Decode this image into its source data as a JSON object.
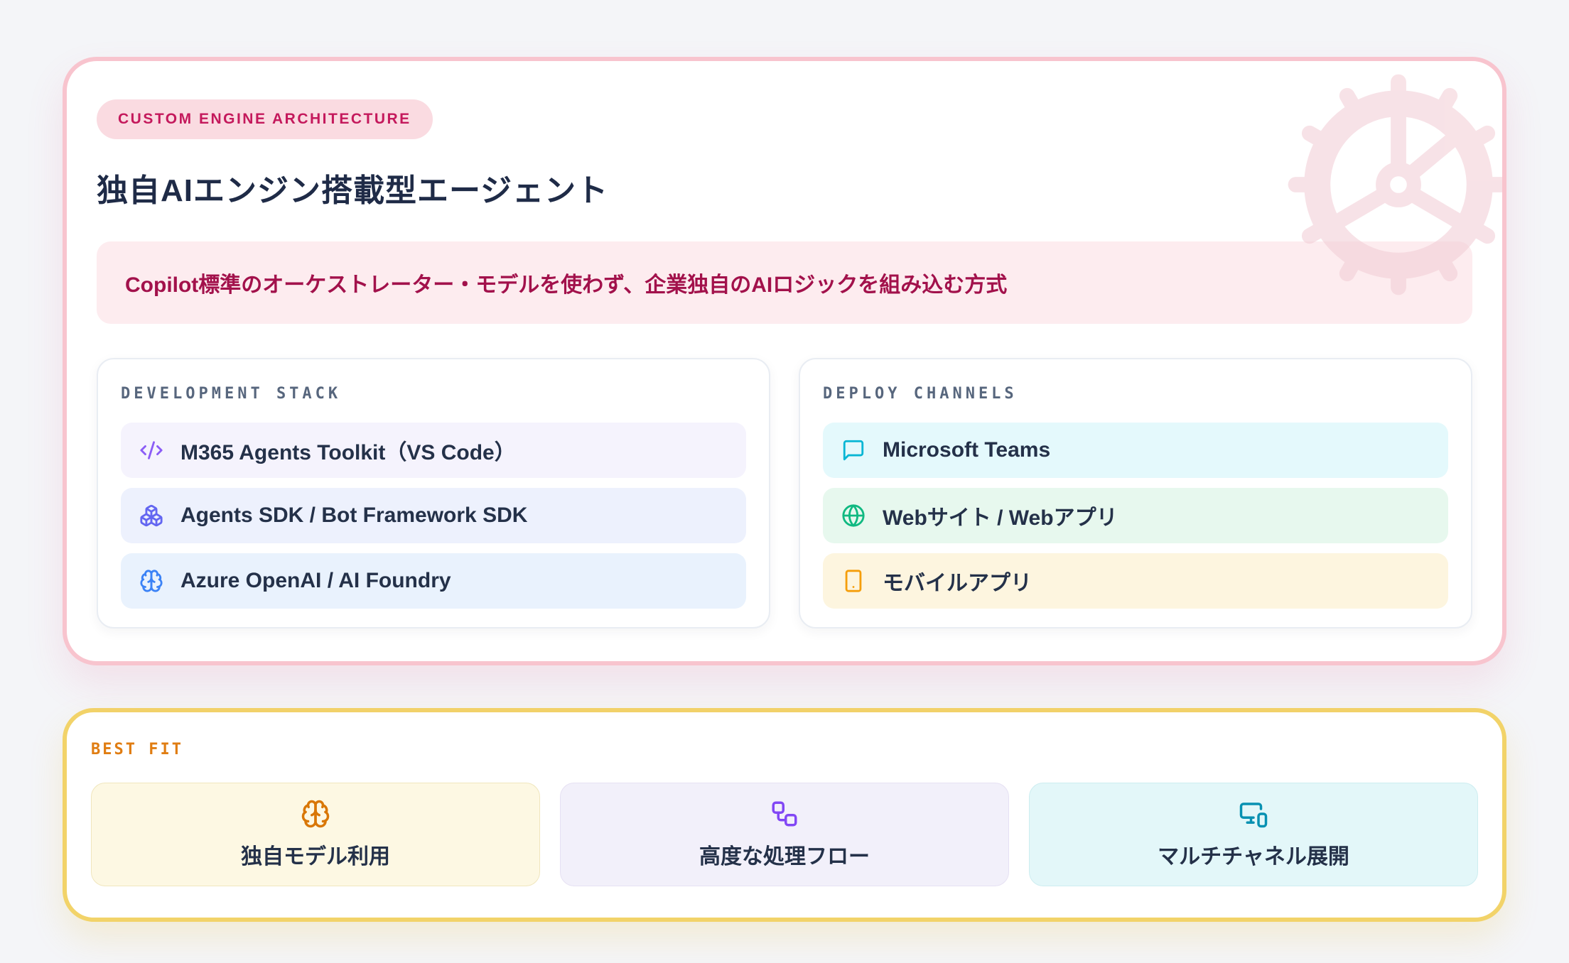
{
  "theme": {
    "page_bg": "#f4f5f8",
    "card_border_pink": "#f8c4ce",
    "card_border_yellow": "#f2d369",
    "badge_bg": "#fadbe1",
    "badge_text": "#c4195c",
    "title_text": "#1f2b47",
    "callout_bg": "#fdecef",
    "callout_text": "#a2114b",
    "panel_border": "#e9edf3",
    "panel_label": "#57667d",
    "item_text": "#243149",
    "best_fit_label": "#e07d12",
    "gear_color": "#f2ccd4"
  },
  "main_card": {
    "badge": "CUSTOM ENGINE ARCHITECTURE",
    "title": "独自AIエンジン搭載型エージェント",
    "callout": "Copilot標準のオーケストレーター・モデルを使わず、企業独自のAIロジックを組み込む方式",
    "decoration_icon": "gear-icon",
    "columns": [
      {
        "label": "DEVELOPMENT STACK",
        "items": [
          {
            "icon": "code-icon",
            "icon_color": "#8b5cf6",
            "bg": "#f5f3fd",
            "label": "M365 Agents Toolkit（VS Code）"
          },
          {
            "icon": "boxes-icon",
            "icon_color": "#6366f1",
            "bg": "#edf1fd",
            "label": "Agents SDK / Bot Framework SDK"
          },
          {
            "icon": "brain-icon",
            "icon_color": "#3b82f6",
            "bg": "#e9f2fd",
            "label": "Azure OpenAI / AI Foundry"
          }
        ]
      },
      {
        "label": "DEPLOY CHANNELS",
        "items": [
          {
            "icon": "message-square-icon",
            "icon_color": "#06b6d4",
            "bg": "#e4f9fc",
            "label": "Microsoft Teams"
          },
          {
            "icon": "globe-icon",
            "icon_color": "#10b981",
            "bg": "#e7f8ee",
            "label": "Webサイト / Webアプリ"
          },
          {
            "icon": "smartphone-icon",
            "icon_color": "#f59e0b",
            "bg": "#fdf5df",
            "label": "モバイルアプリ"
          }
        ]
      }
    ]
  },
  "best_fit": {
    "label": "BEST FIT",
    "cards": [
      {
        "icon": "brain-icon",
        "icon_color": "#d97706",
        "bg": "#fdf8e3",
        "border": "#f0e6bd",
        "label": "独自モデル利用"
      },
      {
        "icon": "workflow-icon",
        "icon_color": "#8247f5",
        "bg": "#f2f0fa",
        "border": "#e6e1f3",
        "label": "高度な処理フロー"
      },
      {
        "icon": "monitor-smartphone-icon",
        "icon_color": "#0891b2",
        "bg": "#e3f7f9",
        "border": "#cdedf0",
        "label": "マルチチャネル展開"
      }
    ]
  }
}
